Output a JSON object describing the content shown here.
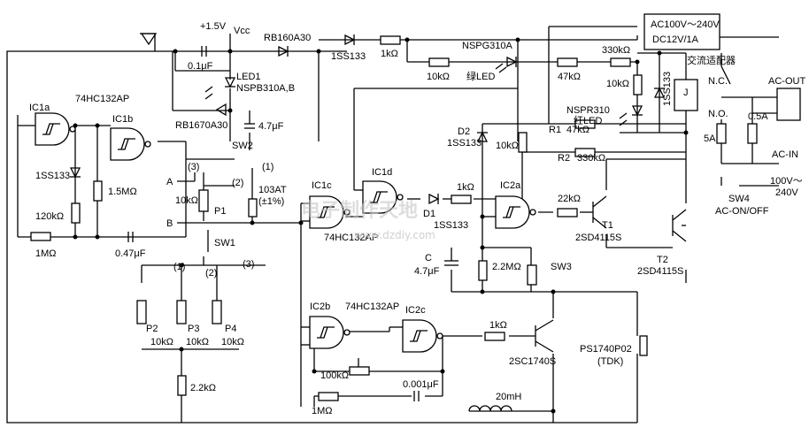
{
  "ic": {
    "ic1a": "IC1a",
    "ic1b": "IC1b",
    "ic1c": "IC1c",
    "ic1d": "IC1d",
    "ic2a": "IC2a",
    "ic2b": "IC2b",
    "ic2c": "IC2c",
    "ic1_part": "74HC132AP",
    "ic1c_part": "74HC132AP",
    "ic2_part": "74HC132AP"
  },
  "power": {
    "v_batt": "+1.5V",
    "vcc": "Vcc",
    "adapter_in": "AC100V～240V",
    "adapter_out": "DC12V/1A",
    "adapter_cn": "交流适配器",
    "ac_out": "AC-OUT",
    "ac_in": "AC-IN",
    "ac_range": "100V～",
    "ac_range2": "240V",
    "sw4_1": "SW4",
    "sw4_2": "AC-ON/OFF",
    "fuse1": "5A",
    "fuse2": "0.5A",
    "nc": "N.C.",
    "no": "N.O.",
    "relay": "J"
  },
  "diodes": {
    "rb160": "RB160A30",
    "rb1670": "RB1670A30",
    "d_1ss133_a": "1SS133",
    "d_1ss133_b": "1SS133",
    "d_1ss133_c": "1SS133",
    "d_1ss133_d": "1SS133",
    "d2": "D2",
    "d2_part": "1SS133",
    "d1": "D1",
    "d1_part": "1SS133"
  },
  "leds": {
    "led1": "LED1",
    "led1_part": "NSPB310A,B",
    "green": "NSPG310A",
    "green_cn": "绿LED",
    "red": "NSPR310",
    "red_cn": "红LED"
  },
  "passives": {
    "c01": "0.1μF",
    "c47": "4.7μF",
    "c047": "0.47μF",
    "c_big": "4.7μF",
    "c_label": "C",
    "c0001": "0.001μF",
    "r1k_a": "1kΩ",
    "r1k_b": "1kΩ",
    "r1k_c": "1kΩ",
    "r1m_a": "1MΩ",
    "r1m_b": "1MΩ",
    "r15m": "1.5MΩ",
    "r120k": "120kΩ",
    "r10k_a": "10kΩ",
    "r10k_b": "10kΩ",
    "r10k_c": "10kΩ",
    "r10k_d": "10kΩ",
    "r47k_a": "47kΩ",
    "r47k_b": "47kΩ",
    "r330k_a": "330kΩ",
    "r330k_b": "330kΩ",
    "r22k": "22kΩ",
    "r22m": "2.2MΩ",
    "r2k2": "2.2kΩ",
    "r100k": "100kΩ",
    "l20m": "20mH",
    "r1": "R1",
    "r2": "R2",
    "therm": "103AT",
    "therm2": "(±1%)"
  },
  "pots": {
    "p1": "P1",
    "p2": "P2",
    "p3": "P3",
    "p4": "P4",
    "p2v": "10kΩ",
    "p3v": "10kΩ",
    "p4v": "10kΩ"
  },
  "switches": {
    "sw1": "SW1",
    "sw2": "SW2",
    "sw3": "SW3",
    "pos1": "(1)",
    "pos2": "(2)",
    "pos3": "(3)",
    "s1p1": "(1)",
    "s1p2": "(2)",
    "s1p3": "(3)",
    "a": "A",
    "b": "B"
  },
  "transistors": {
    "t1": "T1",
    "t1p": "2SD4115S",
    "t2": "T2",
    "t2p": "2SD4115S",
    "t3p": "2SC1740S",
    "buzzer": "PS1740P02",
    "buzzer2": "(TDK)"
  },
  "watermark": {
    "cn": "电子制作天地",
    "url": "www.dzdiy.com"
  }
}
